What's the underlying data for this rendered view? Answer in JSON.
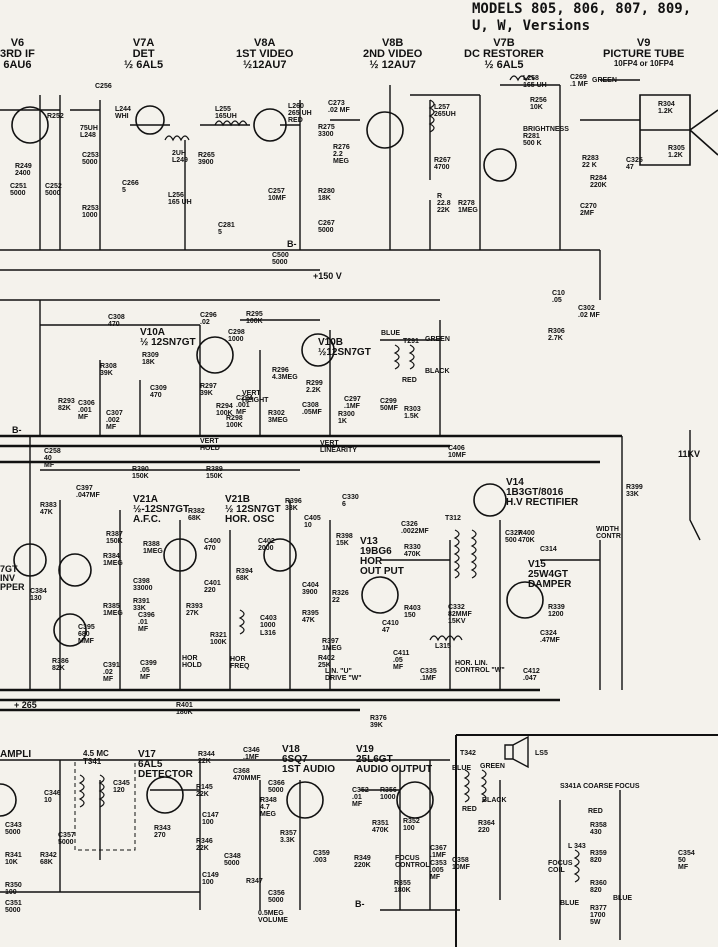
{
  "title": {
    "line1": "MODELS 805, 806, 807, 809,",
    "line2": "U, W, Versions"
  },
  "headers": [
    {
      "id": "v6",
      "name": "V6",
      "fn": "3RD IF",
      "type": "6AU6"
    },
    {
      "id": "v7a",
      "name": "V7A",
      "fn": "DET",
      "type": "½ 6AL5"
    },
    {
      "id": "v8a",
      "name": "V8A",
      "fn": "1ST VIDEO",
      "type": "½12AU7"
    },
    {
      "id": "v8b",
      "name": "V8B",
      "fn": "2ND VIDEO",
      "type": "½ 12AU7"
    },
    {
      "id": "v7b",
      "name": "V7B",
      "fn": "DC RESTORER",
      "type": "½ 6AL5"
    },
    {
      "id": "v9",
      "name": "V9",
      "fn": "PICTURE TUBE",
      "type": "10FP4 or 10FP4"
    }
  ],
  "section_labels": {
    "v10a": [
      "V10A",
      "½ 12SN7GT"
    ],
    "v10b": [
      "V10B",
      "½12SN7GT"
    ],
    "v21a": [
      "V21A",
      "½-12SN7GT",
      "A.F.C."
    ],
    "v21b": [
      "V21B",
      "½ 12SN7GT",
      "HOR. OSC"
    ],
    "v13": [
      "V13",
      "19BG6",
      "HOR",
      "OUT PUT"
    ],
    "v14": [
      "V14",
      "1B3GT/8016",
      "H.V RECTIFIER"
    ],
    "v15": [
      "V15",
      "25W4GT",
      "DAMPER"
    ],
    "v17": [
      "V17",
      "6AL5",
      "DETECTOR"
    ],
    "v18": [
      "V18",
      "6SQ7",
      "1ST AUDIO"
    ],
    "v19": [
      "V19",
      "25L6GT",
      "AUDIO OUTPUT"
    ],
    "ampli": [
      "AMPLI"
    ],
    "inv": [
      "7GT",
      "INV",
      "PPER"
    ],
    "freq": [
      "4.5 MC",
      "T341"
    ]
  },
  "controls": {
    "brightness": [
      "BRIGHTNESS",
      "R281",
      "500 K"
    ],
    "vert_hold": [
      "VERT",
      "HOLD"
    ],
    "vert_height": [
      "VERT",
      "HEIGHT"
    ],
    "vert_linearity": [
      "VERT",
      "LINEARITY"
    ],
    "hor_hold": [
      "HOR",
      "HOLD"
    ],
    "hor_freq": [
      "HOR",
      "FREQ"
    ],
    "width": [
      "WIDTH",
      "CONTR"
    ],
    "lin_drive": [
      "LIN. \"U\"",
      "DRIVE \"W\""
    ],
    "hor_lin": [
      "HOR. LIN.",
      "CONTROL \"W\""
    ],
    "focus_control": [
      "FOCUS",
      "CONTROL"
    ],
    "focus_coil": [
      "FOCUS",
      "COIL"
    ],
    "coarse_focus": "S341A  COARSE FOCUS",
    "volume": [
      "0.5MEG",
      "VOLUME"
    ]
  },
  "supply": {
    "b150": "+150 V",
    "b265": "+ 265",
    "b_minus": "B-",
    "kv": "11KV"
  },
  "wire_colors": {
    "blue": "BLUE",
    "green": "GREEN",
    "red": "RED",
    "black": "BLACK",
    "t291": "T291",
    "t312": "T312",
    "l315": "L315",
    "ls5": "LS5",
    "l343": "L 343",
    "t342": "T342"
  },
  "components": [
    {
      "id": "r252",
      "t": [
        "R252"
      ]
    },
    {
      "id": "l248",
      "t": [
        "75UH",
        "L248"
      ]
    },
    {
      "id": "l244",
      "t": [
        "L244",
        "WHI"
      ]
    },
    {
      "id": "c256",
      "t": [
        "C256"
      ]
    },
    {
      "id": "r249",
      "t": [
        "R249",
        "2400"
      ]
    },
    {
      "id": "c251",
      "t": [
        "C251",
        "5000"
      ]
    },
    {
      "id": "c252",
      "t": [
        "C252",
        "5000"
      ]
    },
    {
      "id": "c253",
      "t": [
        "C253",
        "5000"
      ]
    },
    {
      "id": "r253",
      "t": [
        "R253",
        "1000"
      ]
    },
    {
      "id": "c266",
      "t": [
        "C266",
        "5"
      ]
    },
    {
      "id": "l249",
      "t": [
        "2UH",
        "L249"
      ]
    },
    {
      "id": "r265",
      "t": [
        "R265",
        "3900"
      ]
    },
    {
      "id": "l256",
      "t": [
        "L256",
        "165 UH"
      ]
    },
    {
      "id": "l255",
      "t": [
        "L255",
        "165UH"
      ]
    },
    {
      "id": "l260",
      "t": [
        "L260",
        "265 UH",
        "RED"
      ]
    },
    {
      "id": "c273",
      "t": [
        "C273",
        ".02 MF"
      ]
    },
    {
      "id": "r275",
      "t": [
        "R275",
        "3300"
      ]
    },
    {
      "id": "r276",
      "t": [
        "R276",
        "2.2",
        "MEG"
      ]
    },
    {
      "id": "c257",
      "t": [
        "C257",
        "10MF"
      ]
    },
    {
      "id": "r280",
      "t": [
        "R280",
        "18K"
      ]
    },
    {
      "id": "c267",
      "t": [
        "C267",
        "5000"
      ]
    },
    {
      "id": "c281",
      "t": [
        "C281",
        "5"
      ]
    },
    {
      "id": "c500",
      "t": [
        "C500",
        "5000"
      ]
    },
    {
      "id": "l257",
      "t": [
        "L257",
        "265UH"
      ]
    },
    {
      "id": "r267",
      "t": [
        "R267",
        "4700"
      ]
    },
    {
      "id": "r",
      "t": [
        "R",
        "22.8",
        "22K"
      ]
    },
    {
      "id": "r278",
      "t": [
        "R278",
        "1MEG"
      ]
    },
    {
      "id": "l258",
      "t": [
        "L258",
        "165 UH"
      ]
    },
    {
      "id": "c269",
      "t": [
        "C269",
        ".1 MF"
      ]
    },
    {
      "id": "r256",
      "t": [
        "R256",
        "10K"
      ]
    },
    {
      "id": "r283",
      "t": [
        "R283",
        "22 K"
      ]
    },
    {
      "id": "r284",
      "t": [
        "R284",
        "220K"
      ]
    },
    {
      "id": "c270",
      "t": [
        "C270",
        "2MF"
      ]
    },
    {
      "id": "r304",
      "t": [
        "R304",
        "1.2K"
      ]
    },
    {
      "id": "r305",
      "t": [
        "R305",
        "1.2K"
      ]
    },
    {
      "id": "c325",
      "t": [
        "C325",
        "47"
      ]
    },
    {
      "id": "c10",
      "t": [
        "C10",
        ".05"
      ]
    },
    {
      "id": "c302",
      "t": [
        "C302",
        ".02 MF"
      ]
    },
    {
      "id": "r306",
      "t": [
        "R306",
        "2.7K"
      ]
    },
    {
      "id": "c308",
      "t": [
        "C308",
        "470"
      ]
    },
    {
      "id": "c296",
      "t": [
        "C296",
        ".02"
      ]
    },
    {
      "id": "r295",
      "t": [
        "R295",
        "100K"
      ]
    },
    {
      "id": "c298",
      "t": [
        "C298",
        "1000"
      ]
    },
    {
      "id": "r309",
      "t": [
        "R309",
        "18K"
      ]
    },
    {
      "id": "r308",
      "t": [
        "R308",
        "39K"
      ]
    },
    {
      "id": "r293",
      "t": [
        "R293",
        "82K"
      ]
    },
    {
      "id": "c306",
      "t": [
        "C306",
        ".001",
        "MF"
      ]
    },
    {
      "id": "c307",
      "t": [
        "C307",
        ".002",
        "MF"
      ]
    },
    {
      "id": "c309",
      "t": [
        "C309",
        "470"
      ]
    },
    {
      "id": "r297",
      "t": [
        "R297",
        "39K"
      ]
    },
    {
      "id": "r294",
      "t": [
        "R294",
        "100K"
      ]
    },
    {
      "id": "c294",
      "t": [
        "C294",
        ".001",
        "MF"
      ]
    },
    {
      "id": "r298",
      "t": [
        "R298",
        "100K"
      ]
    },
    {
      "id": "r296",
      "t": [
        "R296",
        "4.3MEG"
      ]
    },
    {
      "id": "r302",
      "t": [
        "R302",
        "3MEG"
      ]
    },
    {
      "id": "r299",
      "t": [
        "R299",
        "2.2K"
      ]
    },
    {
      "id": "c308b",
      "t": [
        "C308",
        ".05MF"
      ]
    },
    {
      "id": "r300",
      "t": [
        "R300",
        "1K"
      ]
    },
    {
      "id": "c297",
      "t": [
        "C297",
        ".1MF"
      ]
    },
    {
      "id": "c299",
      "t": [
        "C299",
        "50MF"
      ]
    },
    {
      "id": "r303",
      "t": [
        "R303",
        "1.5K"
      ]
    },
    {
      "id": "c406",
      "t": [
        "C406",
        "10MF"
      ]
    },
    {
      "id": "c258",
      "t": [
        "C258",
        "40",
        "MF"
      ]
    },
    {
      "id": "c397",
      "t": [
        "C397",
        ".047MF"
      ]
    },
    {
      "id": "r390",
      "t": [
        "R390",
        "150K"
      ]
    },
    {
      "id": "r389",
      "t": [
        "R389",
        "150K"
      ]
    },
    {
      "id": "r383",
      "t": [
        "R383",
        "47K"
      ]
    },
    {
      "id": "r387",
      "t": [
        "R387",
        "150K"
      ]
    },
    {
      "id": "r382",
      "t": [
        "R382",
        "68K"
      ]
    },
    {
      "id": "r384",
      "t": [
        "R384",
        "1MEG"
      ]
    },
    {
      "id": "c384",
      "t": [
        "C384",
        "130"
      ]
    },
    {
      "id": "r385",
      "t": [
        "R385",
        "1MEG"
      ]
    },
    {
      "id": "c395",
      "t": [
        "C395",
        "680",
        "MMF"
      ]
    },
    {
      "id": "r386",
      "t": [
        "R386",
        "82K"
      ]
    },
    {
      "id": "c391",
      "t": [
        "C391",
        ".02",
        "MF"
      ]
    },
    {
      "id": "r388",
      "t": [
        "R388",
        "1MEG"
      ]
    },
    {
      "id": "c398",
      "t": [
        "C398",
        "33000"
      ]
    },
    {
      "id": "r391",
      "t": [
        "R391",
        "33K"
      ]
    },
    {
      "id": "c396",
      "t": [
        "C396",
        ".01",
        "MF"
      ]
    },
    {
      "id": "c399",
      "t": [
        "C399",
        ".05",
        "MF"
      ]
    },
    {
      "id": "c400",
      "t": [
        "C400",
        "470"
      ]
    },
    {
      "id": "c401",
      "t": [
        "C401",
        "220"
      ]
    },
    {
      "id": "c402",
      "t": [
        "C402",
        "2000"
      ]
    },
    {
      "id": "r394",
      "t": [
        "R394",
        "68K"
      ]
    },
    {
      "id": "l316",
      "t": [
        "L316"
      ]
    },
    {
      "id": "r393",
      "t": [
        "R393",
        "27K"
      ]
    },
    {
      "id": "r321",
      "t": [
        "R321",
        "100K"
      ]
    },
    {
      "id": "c403",
      "t": [
        "C403",
        "1000"
      ]
    },
    {
      "id": "r396",
      "t": [
        "R396",
        "33K"
      ]
    },
    {
      "id": "c405",
      "t": [
        "C405",
        "10"
      ]
    },
    {
      "id": "c404",
      "t": [
        "C404",
        "3900"
      ]
    },
    {
      "id": "r395",
      "t": [
        "R395",
        "47K"
      ]
    },
    {
      "id": "r397",
      "t": [
        "R397",
        "1MEG"
      ]
    },
    {
      "id": "c330",
      "t": [
        "C330",
        "6"
      ]
    },
    {
      "id": "r398",
      "t": [
        "R398",
        "15K"
      ]
    },
    {
      "id": "r326",
      "t": [
        "R326",
        "22"
      ]
    },
    {
      "id": "c410",
      "t": [
        "C410",
        "47"
      ]
    },
    {
      "id": "r402",
      "t": [
        "R402",
        "25K"
      ]
    },
    {
      "id": "c411",
      "t": [
        "C411",
        ".05",
        "MF"
      ]
    },
    {
      "id": "c335",
      "t": [
        "C335",
        ".1MF"
      ]
    },
    {
      "id": "c412",
      "t": [
        "C412",
        ".047"
      ]
    },
    {
      "id": "r401",
      "t": [
        "R401",
        "180K"
      ]
    },
    {
      "id": "c326",
      "t": [
        "C326",
        ".0022MF"
      ]
    },
    {
      "id": "r330",
      "t": [
        "R330",
        "470K"
      ]
    },
    {
      "id": "c327",
      "t": [
        "C327",
        "500"
      ]
    },
    {
      "id": "r400",
      "t": [
        "R400",
        "470K"
      ]
    },
    {
      "id": "c332",
      "t": [
        "C332",
        "82MMF",
        "15KV"
      ]
    },
    {
      "id": "r403",
      "t": [
        "R403",
        "150"
      ]
    },
    {
      "id": "r339",
      "t": [
        "R339",
        "1200"
      ]
    },
    {
      "id": "c324",
      "t": [
        "C324",
        ".47MF"
      ]
    },
    {
      "id": "c314",
      "t": [
        "C314"
      ]
    },
    {
      "id": "r399",
      "t": [
        "R399",
        "33K"
      ]
    },
    {
      "id": "r376",
      "t": [
        "R376",
        "39K"
      ]
    },
    {
      "id": "c346",
      "t": [
        "C346",
        "10"
      ]
    },
    {
      "id": "c345",
      "t": [
        "C345",
        "120"
      ]
    },
    {
      "id": "c343",
      "t": [
        "C343",
        "5000"
      ]
    },
    {
      "id": "c357",
      "t": [
        "C357",
        "5000"
      ]
    },
    {
      "id": "r341",
      "t": [
        "R341",
        "10K"
      ]
    },
    {
      "id": "r342",
      "t": [
        "R342",
        "68K"
      ]
    },
    {
      "id": "r350",
      "t": [
        "R350",
        "100"
      ]
    },
    {
      "id": "c351",
      "t": [
        "C351",
        "5000"
      ]
    },
    {
      "id": "r344",
      "t": [
        "R344",
        "22K"
      ]
    },
    {
      "id": "r145",
      "t": [
        "R145",
        "22K"
      ]
    },
    {
      "id": "c147",
      "t": [
        "C147",
        "100"
      ]
    },
    {
      "id": "c346b",
      "t": [
        "C346",
        ".1MF"
      ]
    },
    {
      "id": "r343",
      "t": [
        "R343",
        "270"
      ]
    },
    {
      "id": "r346",
      "t": [
        "R346",
        "22K"
      ]
    },
    {
      "id": "c149",
      "t": [
        "C149",
        "100"
      ]
    },
    {
      "id": "c348",
      "t": [
        "C348",
        "5000"
      ]
    },
    {
      "id": "r347",
      "t": [
        "R347"
      ]
    },
    {
      "id": "c356",
      "t": [
        "C356",
        "5000"
      ]
    },
    {
      "id": "c368",
      "t": [
        "C368",
        "470MMF"
      ]
    },
    {
      "id": "r348",
      "t": [
        "R348",
        "4.7",
        "MEG"
      ]
    },
    {
      "id": "c366",
      "t": [
        "C366",
        "5000"
      ]
    },
    {
      "id": "r357",
      "t": [
        "R357",
        "3.3K"
      ]
    },
    {
      "id": "c359",
      "t": [
        "C359",
        ".003"
      ]
    },
    {
      "id": "c352",
      "t": [
        "C352",
        ".01",
        "MF"
      ]
    },
    {
      "id": "r349",
      "t": [
        "R349",
        "220K"
      ]
    },
    {
      "id": "r351",
      "t": [
        "R351",
        "470K"
      ]
    },
    {
      "id": "r356",
      "t": [
        "R356",
        "1000"
      ]
    },
    {
      "id": "r352",
      "t": [
        "R352",
        "100"
      ]
    },
    {
      "id": "c367",
      "t": [
        "C367",
        ".1MF"
      ]
    },
    {
      "id": "c353",
      "t": [
        "C353",
        ".005",
        "MF"
      ]
    },
    {
      "id": "r355",
      "t": [
        "R355",
        "180K"
      ]
    },
    {
      "id": "c358",
      "t": [
        "C358",
        "10MF"
      ]
    },
    {
      "id": "r364",
      "t": [
        "R364",
        "220"
      ]
    },
    {
      "id": "r358",
      "t": [
        "R358",
        "430"
      ]
    },
    {
      "id": "r359",
      "t": [
        "R359",
        "820"
      ]
    },
    {
      "id": "r360",
      "t": [
        "R360",
        "820"
      ]
    },
    {
      "id": "r377",
      "t": [
        "R377",
        "1700",
        "5W"
      ]
    },
    {
      "id": "c354",
      "t": [
        "C354",
        "50",
        "MF"
      ]
    }
  ]
}
